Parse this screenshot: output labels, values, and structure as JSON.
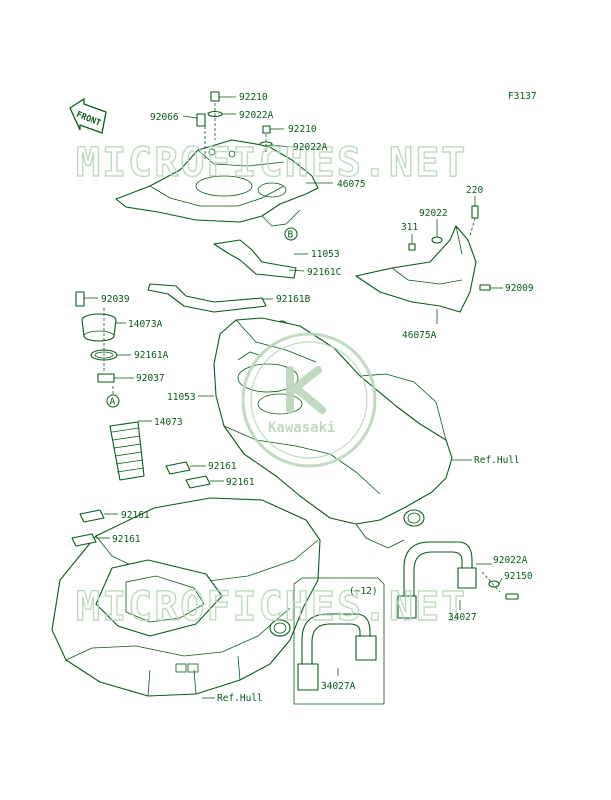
{
  "figure_code": "F3137",
  "front_indicator": "FRONT",
  "watermark": {
    "text": "MICROFICHES.NET",
    "logo_text": "Kawasaki"
  },
  "callouts": {
    "A": "A",
    "B": "B"
  },
  "parts": [
    {
      "number": "92210"
    },
    {
      "number": "92066"
    },
    {
      "number": "92022A"
    },
    {
      "number": "92210"
    },
    {
      "number": "92022A"
    },
    {
      "number": "46075"
    },
    {
      "number": "220"
    },
    {
      "number": "92022"
    },
    {
      "number": "311"
    },
    {
      "number": "11053"
    },
    {
      "number": "92161C"
    },
    {
      "number": "92039"
    },
    {
      "number": "92161B"
    },
    {
      "number": "92009"
    },
    {
      "number": "14073A"
    },
    {
      "number": "46075A"
    },
    {
      "number": "92161A"
    },
    {
      "number": "92037"
    },
    {
      "number": "11053"
    },
    {
      "number": "14073"
    },
    {
      "number": "Ref.Hull"
    },
    {
      "number": "92161"
    },
    {
      "number": "92161"
    },
    {
      "number": "92161"
    },
    {
      "number": "92161"
    },
    {
      "number": "92022A"
    },
    {
      "number": "92150"
    },
    {
      "number": "(~12)"
    },
    {
      "number": "34027"
    },
    {
      "number": "34027A"
    },
    {
      "number": "Ref.Hull"
    }
  ],
  "colors": {
    "line": "#0a5a1a",
    "watermark": "#b9d6b9",
    "background": "#ffffff"
  }
}
